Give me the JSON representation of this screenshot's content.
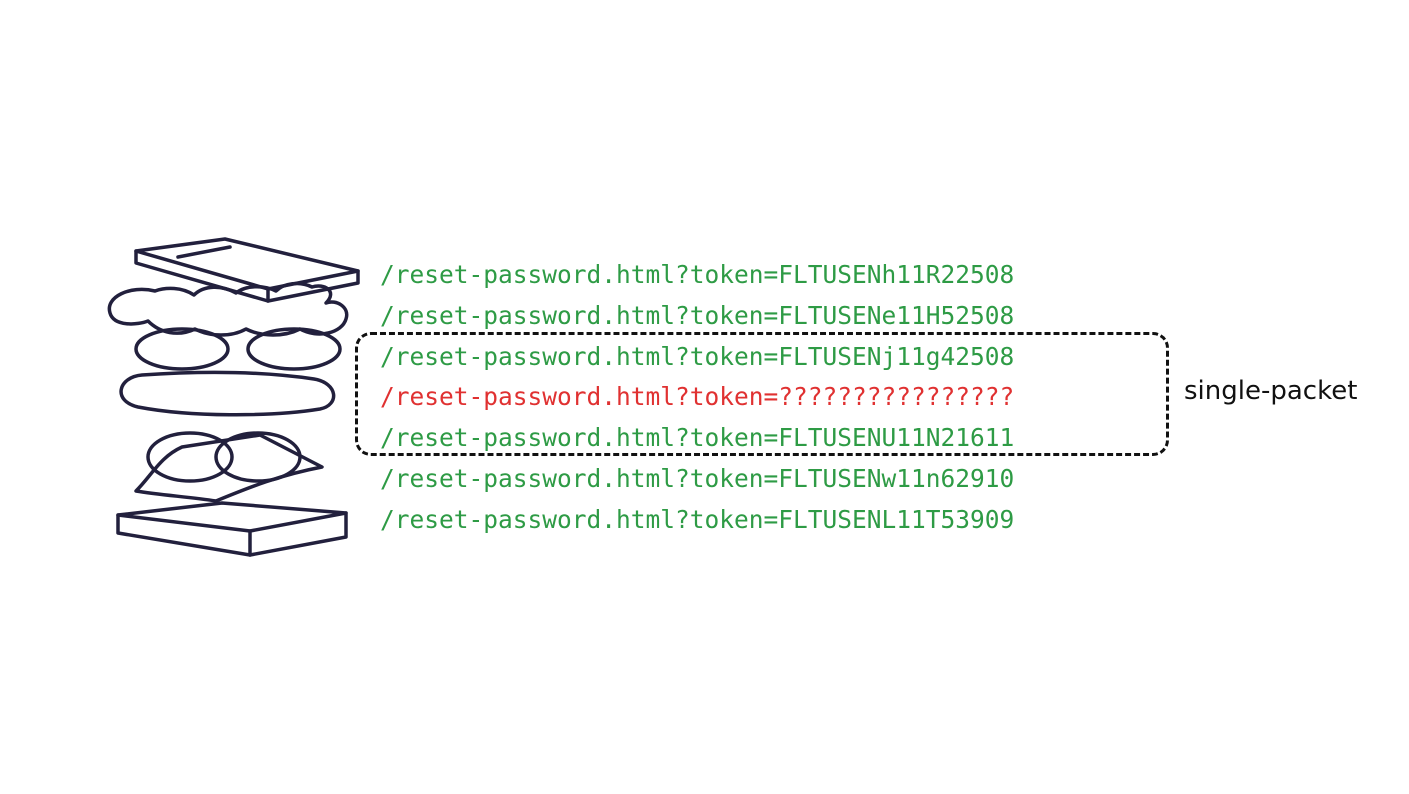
{
  "colors": {
    "ok": "#2e9b45",
    "unknown": "#e03131",
    "outline": "#22203d",
    "dashes": "#111111"
  },
  "requests": [
    {
      "text": "/reset-password.html?token=FLTUSENh11R22508",
      "status": "ok"
    },
    {
      "text": "/reset-password.html?token=FLTUSENe11H52508",
      "status": "ok"
    },
    {
      "text": "/reset-password.html?token=FLTUSENj11g42508",
      "status": "ok"
    },
    {
      "text": "/reset-password.html?token=????????????????",
      "status": "unknown"
    },
    {
      "text": "/reset-password.html?token=FLTUSENU11N21611",
      "status": "ok"
    },
    {
      "text": "/reset-password.html?token=FLTUSENw11n62910",
      "status": "ok"
    },
    {
      "text": "/reset-password.html?token=FLTUSENL11T53909",
      "status": "ok"
    }
  ],
  "group_label": "single-packet",
  "illustration_icon": "sandwich-icon"
}
